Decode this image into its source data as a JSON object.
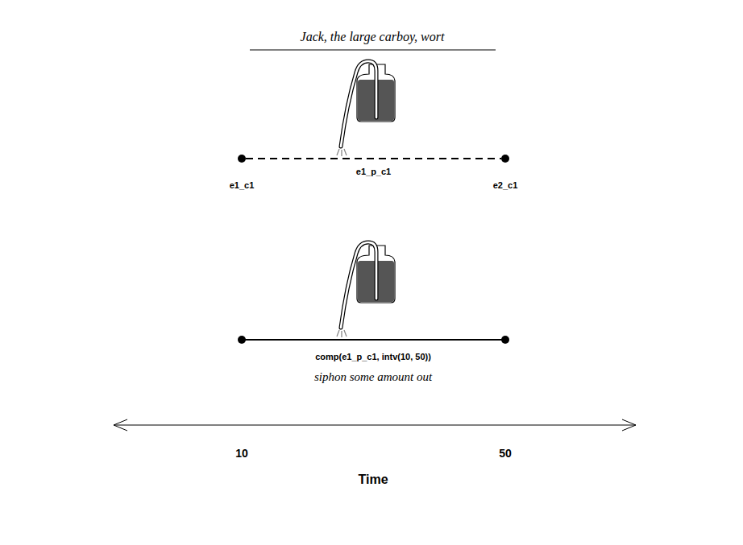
{
  "diagram": {
    "title": "Jack, the large carboy, wort",
    "nodes": [
      {
        "text": [
          "e1_c1"
        ]
      },
      {
        "text": [
          "e2_c1"
        ]
      }
    ],
    "edges": [
      {
        "from": 0,
        "to": 1,
        "arrow": "none",
        "label": "e1_p_c1"
      }
    ],
    "labels": [
      "comp(e1_p_c1, intv(10, 50))",
      "siphon some amount out",
      "10",
      "50",
      "Time"
    ]
  }
}
